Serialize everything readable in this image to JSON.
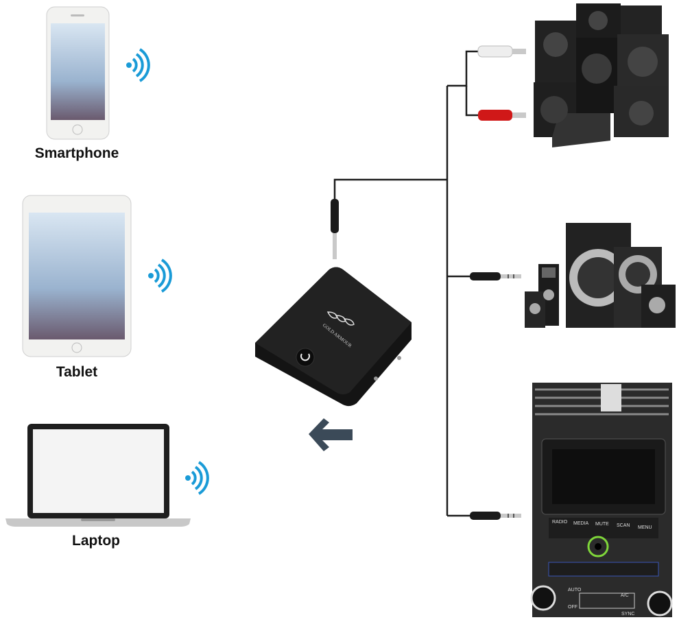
{
  "sources": [
    {
      "label": "Smartphone",
      "icon": "smartphone-icon"
    },
    {
      "label": "Tablet",
      "icon": "tablet-icon"
    },
    {
      "label": "Laptop",
      "icon": "laptop-icon"
    }
  ],
  "device": {
    "brand": "GOLD ARMOUR",
    "icon": "bluetooth-transmitter-receiver"
  },
  "car_stereo": {
    "buttons": [
      "RADIO",
      "MEDIA",
      "MUTE",
      "SCAN",
      "MENU"
    ],
    "climate": [
      "AUTO",
      "A/C",
      "OFF",
      "SYNC"
    ]
  },
  "colors": {
    "wifi": "#1a9bd7",
    "arrow": "#3b4a58",
    "aux_highlight": "#7fd63a",
    "rca_red": "#d01818"
  }
}
